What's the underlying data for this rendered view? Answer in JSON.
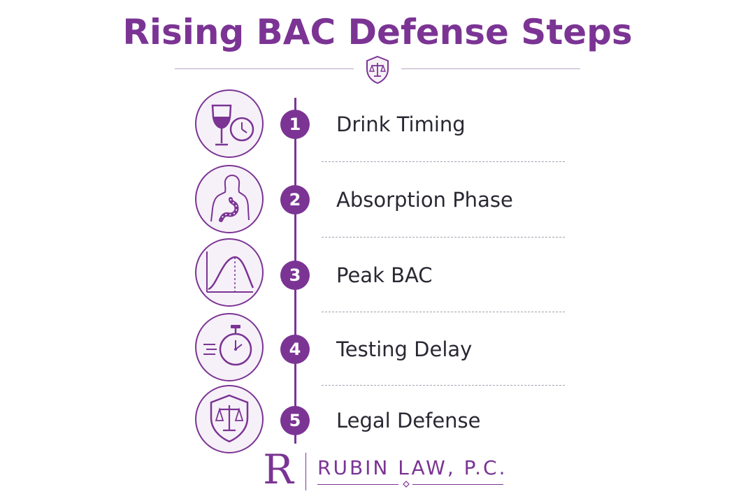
{
  "header": {
    "title": "Rising BAC Defense Steps",
    "icon": "shield-scales-icon"
  },
  "steps": [
    {
      "number": "1",
      "label": "Drink Timing",
      "icon": "wine-glass-clock-icon"
    },
    {
      "number": "2",
      "label": "Absorption Phase",
      "icon": "body-stomach-icon"
    },
    {
      "number": "3",
      "label": "Peak BAC",
      "icon": "bac-curve-icon"
    },
    {
      "number": "4",
      "label": "Testing Delay",
      "icon": "stopwatch-icon"
    },
    {
      "number": "5",
      "label": "Legal Defense",
      "icon": "shield-scales-icon"
    }
  ],
  "footer": {
    "logo_letter": "R",
    "firm_name": "RUBIN LAW, P.C."
  },
  "colors": {
    "accent": "#7B3494",
    "icon_fill": "#f6f1f8",
    "text": "#2a2833",
    "divider": "#a79fb0"
  }
}
